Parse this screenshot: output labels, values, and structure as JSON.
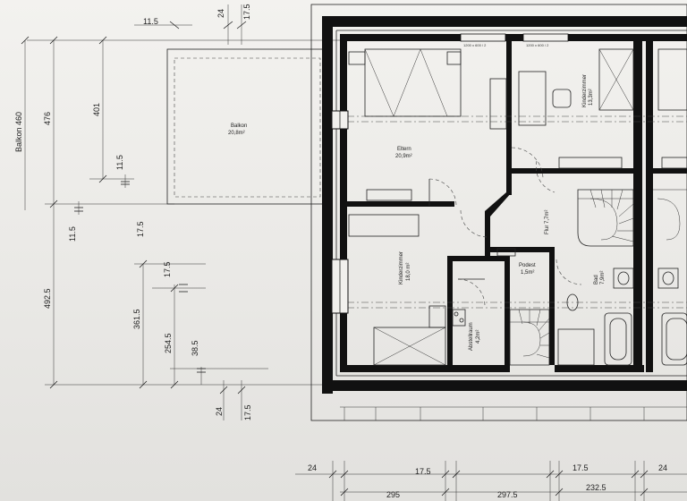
{
  "dimensions": {
    "left": {
      "balkon": "Balkon 460",
      "d476": "476",
      "d401": "401",
      "d11_5_a": "11.5",
      "d11_5_b": "11.5",
      "d17_5_a": "17.5",
      "d17_5_b": "17.5",
      "d492_5": "492.5",
      "d361_5": "361.5",
      "d254_5": "254.5",
      "d38_5": "38.5",
      "d24_bottom": "24",
      "d17_5_bottom": "17.5"
    },
    "top": {
      "d11_5": "11.5",
      "d24": "24",
      "d17_5": "17.5"
    },
    "bottom": {
      "d24_left": "24",
      "d17_5_left": "17.5",
      "d17_5_right": "17.5",
      "d24_right": "24",
      "d295": "295",
      "d297_5": "297.5",
      "d232_5": "232.5"
    }
  },
  "rooms": {
    "balkon_name": "Balkon",
    "balkon_area": "20,8m²",
    "eltern_name": "Eltern",
    "eltern_area": "20,9m²",
    "kinder1_name": "Kinderzimmer",
    "kinder1_area": "18,0 m²",
    "kinder2_name": "Kinderzimmer",
    "kinder2_area": "13,3m²",
    "flur_name": "Flur 7,7m²",
    "podest_name": "Podest",
    "podest_area": "1,5m²",
    "abstell_name": "Abstellraum",
    "abstell_area": "4,2m²",
    "bad_name": "Bad",
    "bad_area": "7,9m²"
  },
  "window_labels": {
    "w1": "1200 x 600 / 2",
    "w2": "1200 x 600 / 2"
  }
}
